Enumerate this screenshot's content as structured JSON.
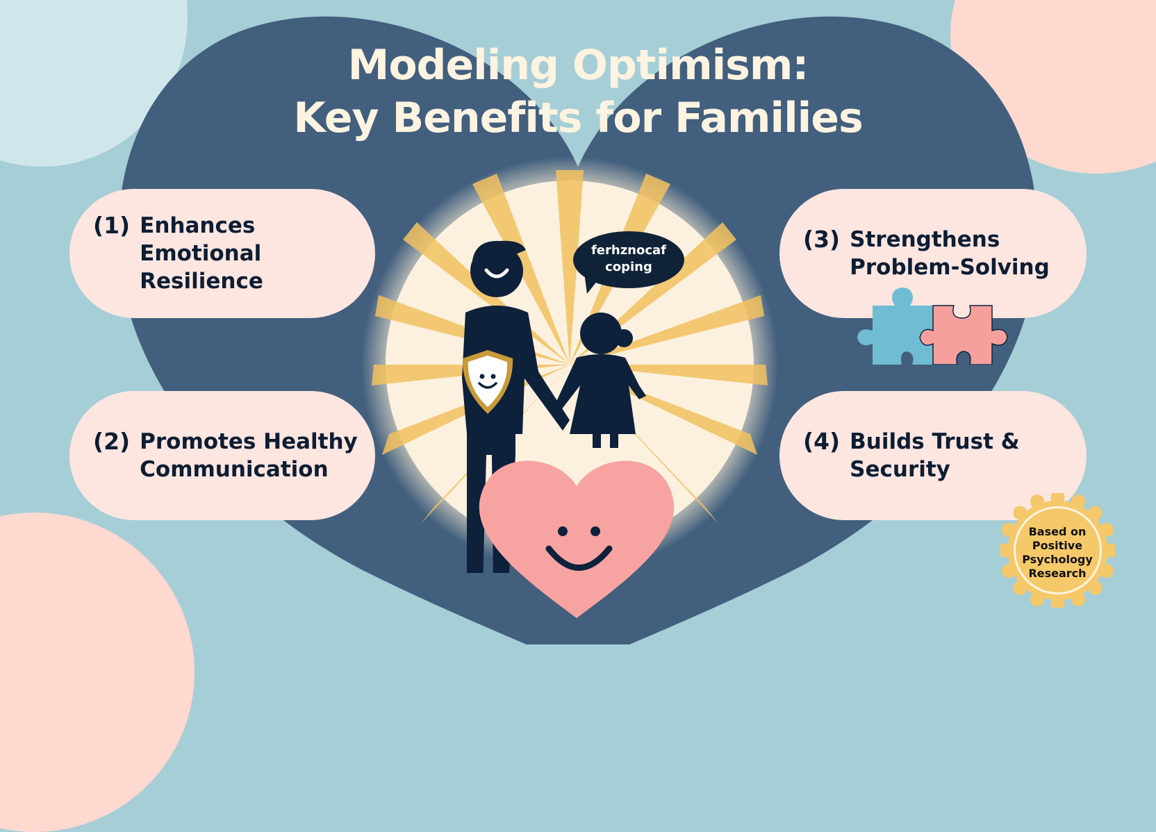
{
  "title": {
    "line1": "Modeling Optimism:",
    "line2": "Key Benefits for Families"
  },
  "benefits": [
    {
      "number": "(1)",
      "line1": "Enhances Emotional",
      "line2": "Resilience",
      "icon": "shield-smiley-icon"
    },
    {
      "number": "(2)",
      "line1": "Promotes Healthy",
      "line2": "Communication",
      "icon": "speech-bubble-icon"
    },
    {
      "number": "(3)",
      "line1": "Strengthens",
      "line2": "Problem-Solving",
      "icon": "puzzle-pieces-icon"
    },
    {
      "number": "(4)",
      "line1": "Builds Trust &",
      "line2": "Security",
      "icon": "heart-smiley-icon"
    }
  ],
  "speech_bubble": {
    "line1": "ferhznocaf",
    "line2": "coping"
  },
  "badge": {
    "line1": "Based on",
    "line2": "Positive",
    "line3": "Psychology",
    "line4": "Research"
  },
  "colors": {
    "background": "#a6ced6",
    "heart_backdrop": "#425f7e",
    "pill": "#fde6e0",
    "title_text": "#fdf3e1",
    "dark_text": "#0d1d33",
    "sunburst_gold": "#f2c260",
    "heart_pink": "#f7a3a1",
    "puzzle_blue": "#6fbcd3",
    "puzzle_pink": "#f6a09e",
    "badge_gold": "#f5c86a"
  }
}
